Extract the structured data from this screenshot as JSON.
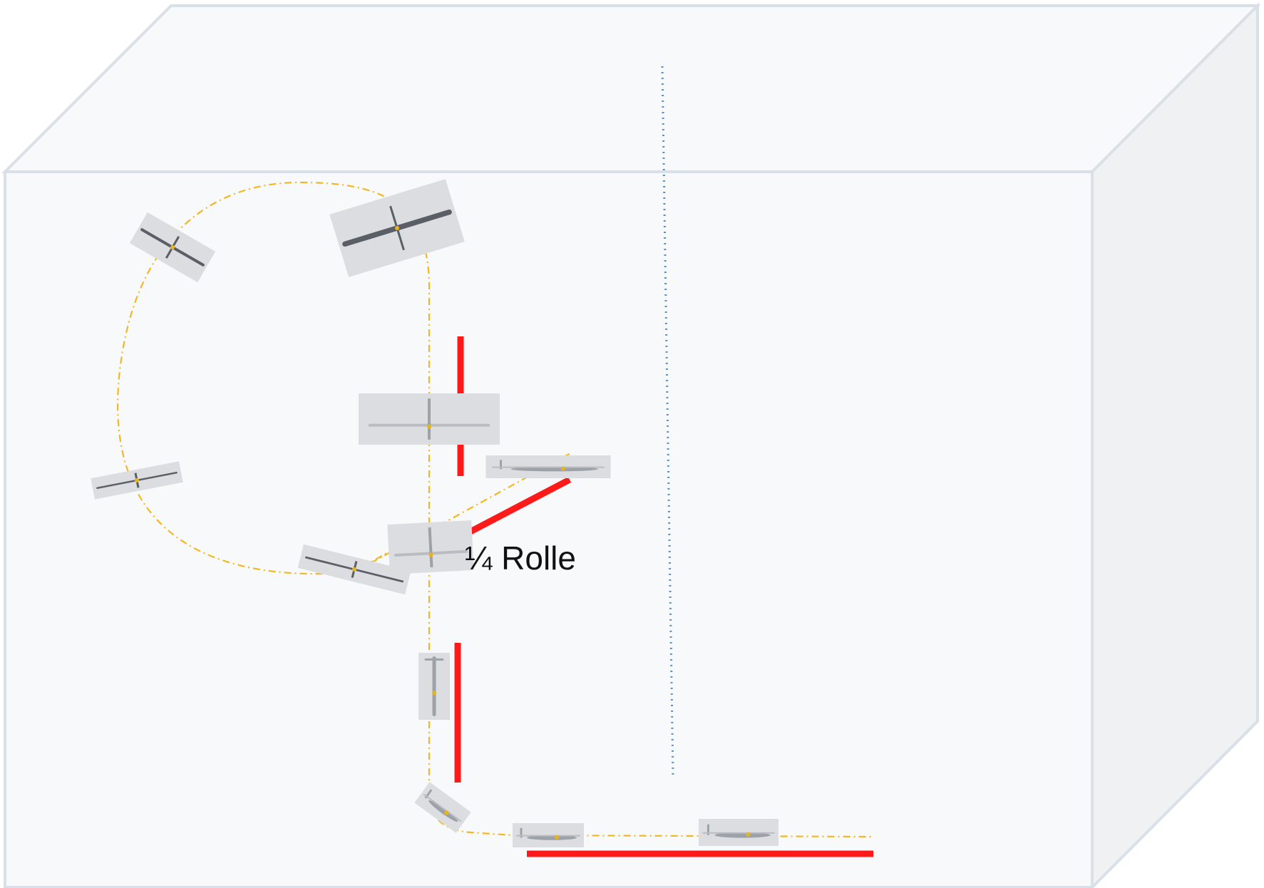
{
  "label": "¼ Rolle",
  "colors": {
    "box_face": "#f8f9fa",
    "box_side": "#f0f1f3",
    "box_edge": "#d9e0e8",
    "flight_path": "#f2b824",
    "reference_line": "#ff1a1a",
    "center_line": "#5b8ec8",
    "glider_backdrop": "#dcdde0",
    "glider_body": "#5a5e66",
    "glider_canopy": "#e6b41c"
  },
  "elements": {
    "box": "aerobatic-box",
    "center_line": "center-line",
    "flight_path": "flight-path",
    "reference_lines": 4,
    "gliders": 11
  }
}
